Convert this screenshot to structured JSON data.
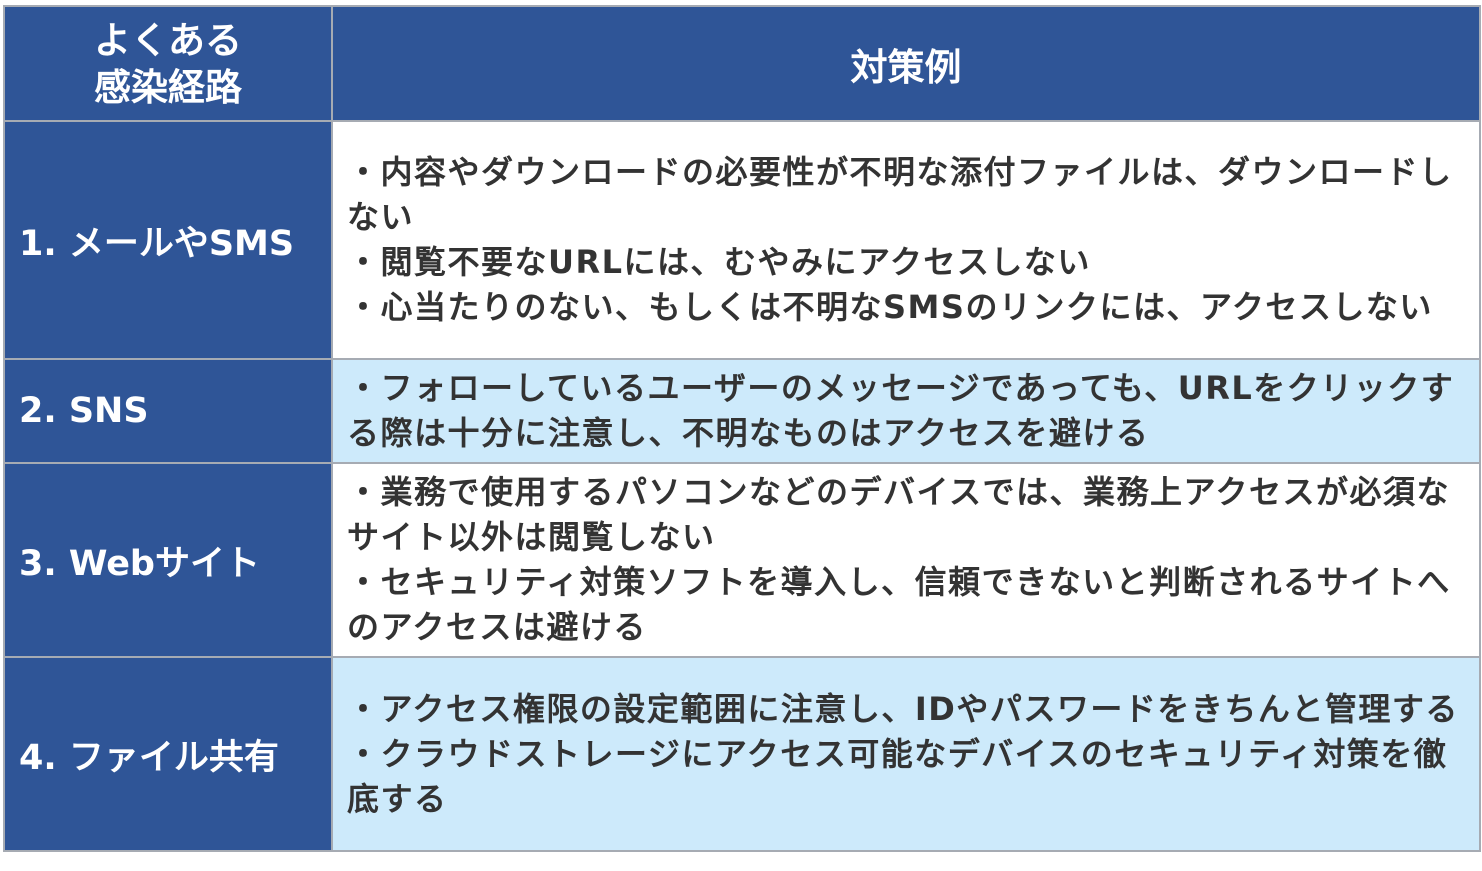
{
  "table": {
    "header": {
      "route_line1": "よくある",
      "route_line2": "感染経路",
      "measure": "対策例"
    },
    "rows": [
      {
        "route": "1. メールやSMS",
        "measures": [
          "・内容やダウンロードの必要性が不明な添付ファイルは、ダウンロードしない",
          "・閲覧不要なURLには、むやみにアクセスしない",
          "・心当たりのない、もしくは不明なSMSのリンクには、アクセスしない"
        ]
      },
      {
        "route": "2. SNS",
        "measures": [
          "・フォローしているユーザーのメッセージであっても、URLをクリックする際は十分に注意し、不明なものはアクセスを避ける"
        ]
      },
      {
        "route": "3. Webサイト",
        "measures": [
          "・業務で使用するパソコンなどのデバイスでは、業務上アクセスが必須なサイト以外は閲覧しない",
          "・セキュリティ対策ソフトを導入し、信頼できないと判断されるサイトへのアクセスは避ける"
        ]
      },
      {
        "route": "4. ファイル共有",
        "measures": [
          "・アクセス権限の設定範囲に注意し、IDやパスワードをきちんと管理する",
          "・クラウドストレージにアクセス可能なデバイスのセキュリティ対策を徹底する"
        ]
      }
    ]
  },
  "colors": {
    "header_bg": "#2f5597",
    "alt_row_bg": "#cdeafb",
    "border": "#a6abb3",
    "text": "#333333"
  }
}
